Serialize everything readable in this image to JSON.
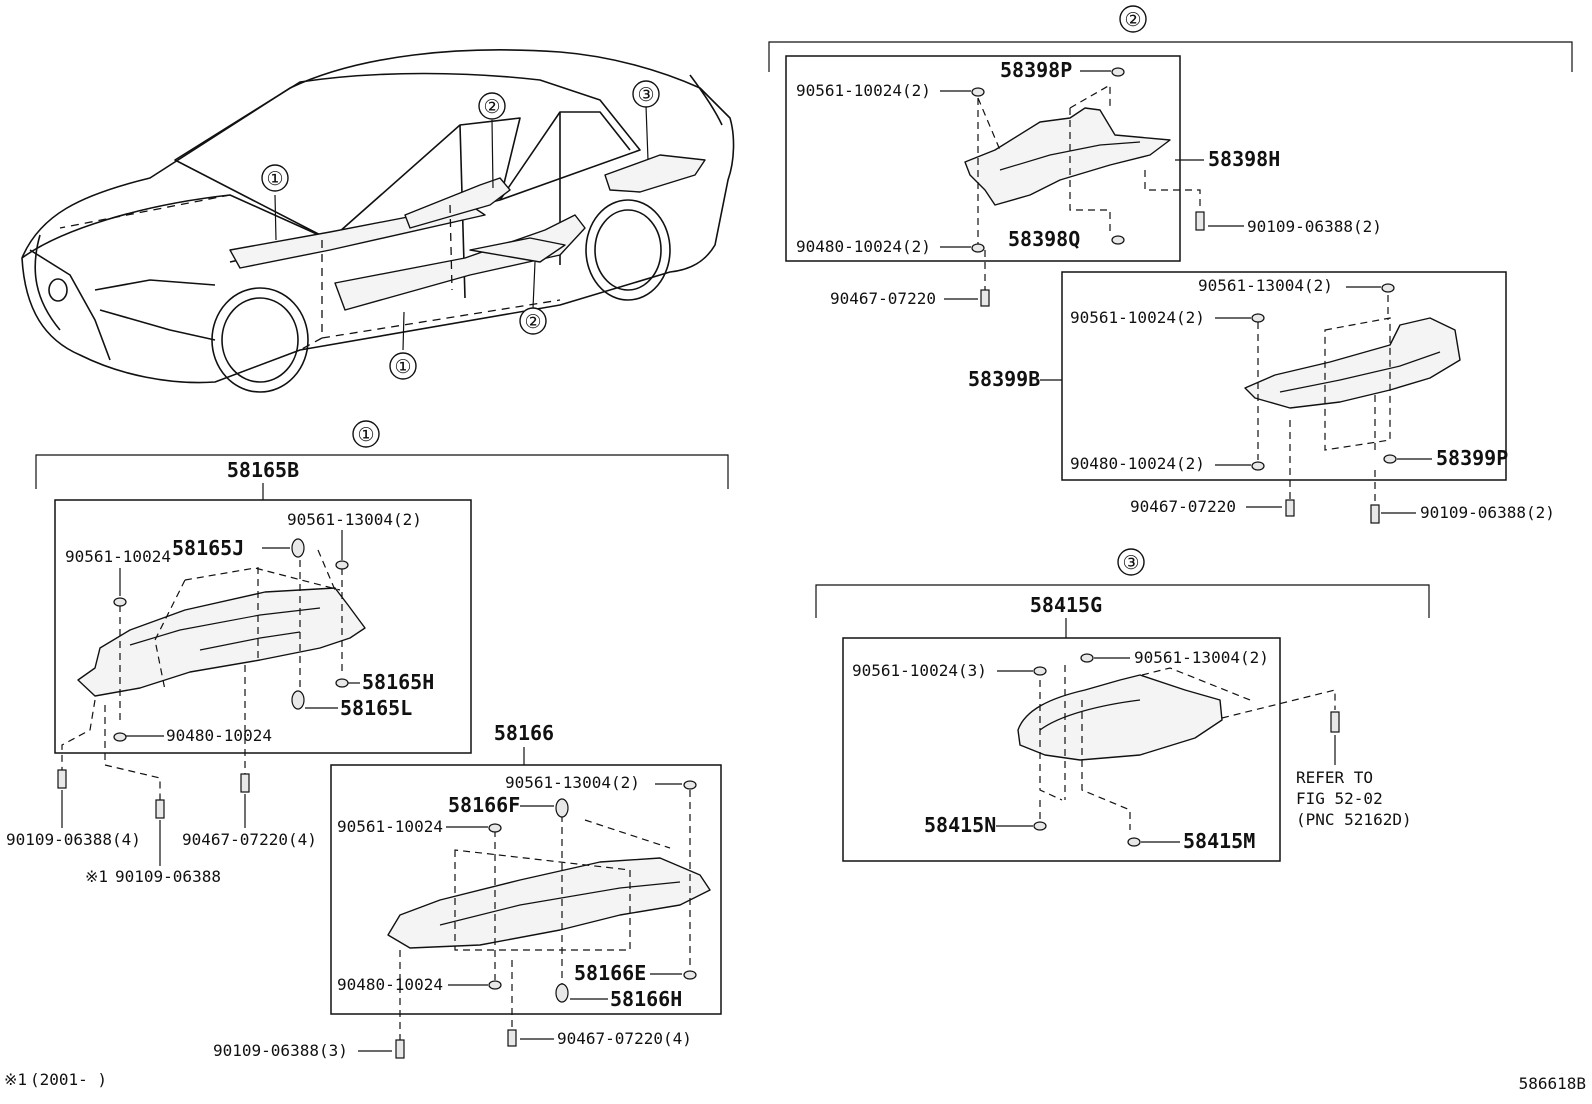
{
  "sections": {
    "s1": {
      "marker": "①"
    },
    "s2": {
      "marker": "②"
    },
    "s3": {
      "marker": "③"
    }
  },
  "car_markers": [
    "①",
    "②",
    "③",
    "①",
    "②"
  ],
  "labels": {
    "p58165B": "58165B",
    "p58165J": "58165J",
    "p90561_13004_2_a": "90561-13004(2)",
    "p90561_10024_a": "90561-10024",
    "p58165H": "58165H",
    "p58165L": "58165L",
    "p90480_10024_a": "90480-10024",
    "p90109_06388_4": "90109-06388(4)",
    "p90467_07220_4_a": "90467-07220(4)",
    "p90109_06388_note": "90109-06388",
    "note_mark": "※1",
    "p58166": "58166",
    "p90561_13004_2_b": "90561-13004(2)",
    "p58166F": "58166F",
    "p90561_10024_b": "90561-10024",
    "p90480_10024_b": "90480-10024",
    "p58166E": "58166E",
    "p58166H": "58166H",
    "p90109_06388_3": "90109-06388(3)",
    "p90467_07220_4_b": "90467-07220(4)",
    "p58398P": "58398P",
    "p90561_10024_2_a": "90561-10024(2)",
    "p58398H": "58398H",
    "p90480_10024_2_a": "90480-10024(2)",
    "p58398Q": "58398Q",
    "p90109_06388_2_a": "90109-06388(2)",
    "p90467_07220_a": "90467-07220",
    "p90561_13004_2_c": "90561-13004(2)",
    "p90561_10024_2_b": "90561-10024(2)",
    "p58399B": "58399B",
    "p90480_10024_2_b": "90480-10024(2)",
    "p58399P": "58399P",
    "p90467_07220_b": "90467-07220",
    "p90109_06388_2_b": "90109-06388(2)",
    "p58415G": "58415G",
    "p90561_10024_3": "90561-10024(3)",
    "p90561_13004_2_d": "90561-13004(2)",
    "p58415N": "58415N",
    "p58415M": "58415M",
    "refer_1": "REFER TO",
    "refer_2": "FIG 52-02",
    "refer_3": "(PNC 52162D)"
  },
  "footnote": {
    "mark": "※1",
    "text": "(2001-    )"
  },
  "diagram_code": "586618B"
}
